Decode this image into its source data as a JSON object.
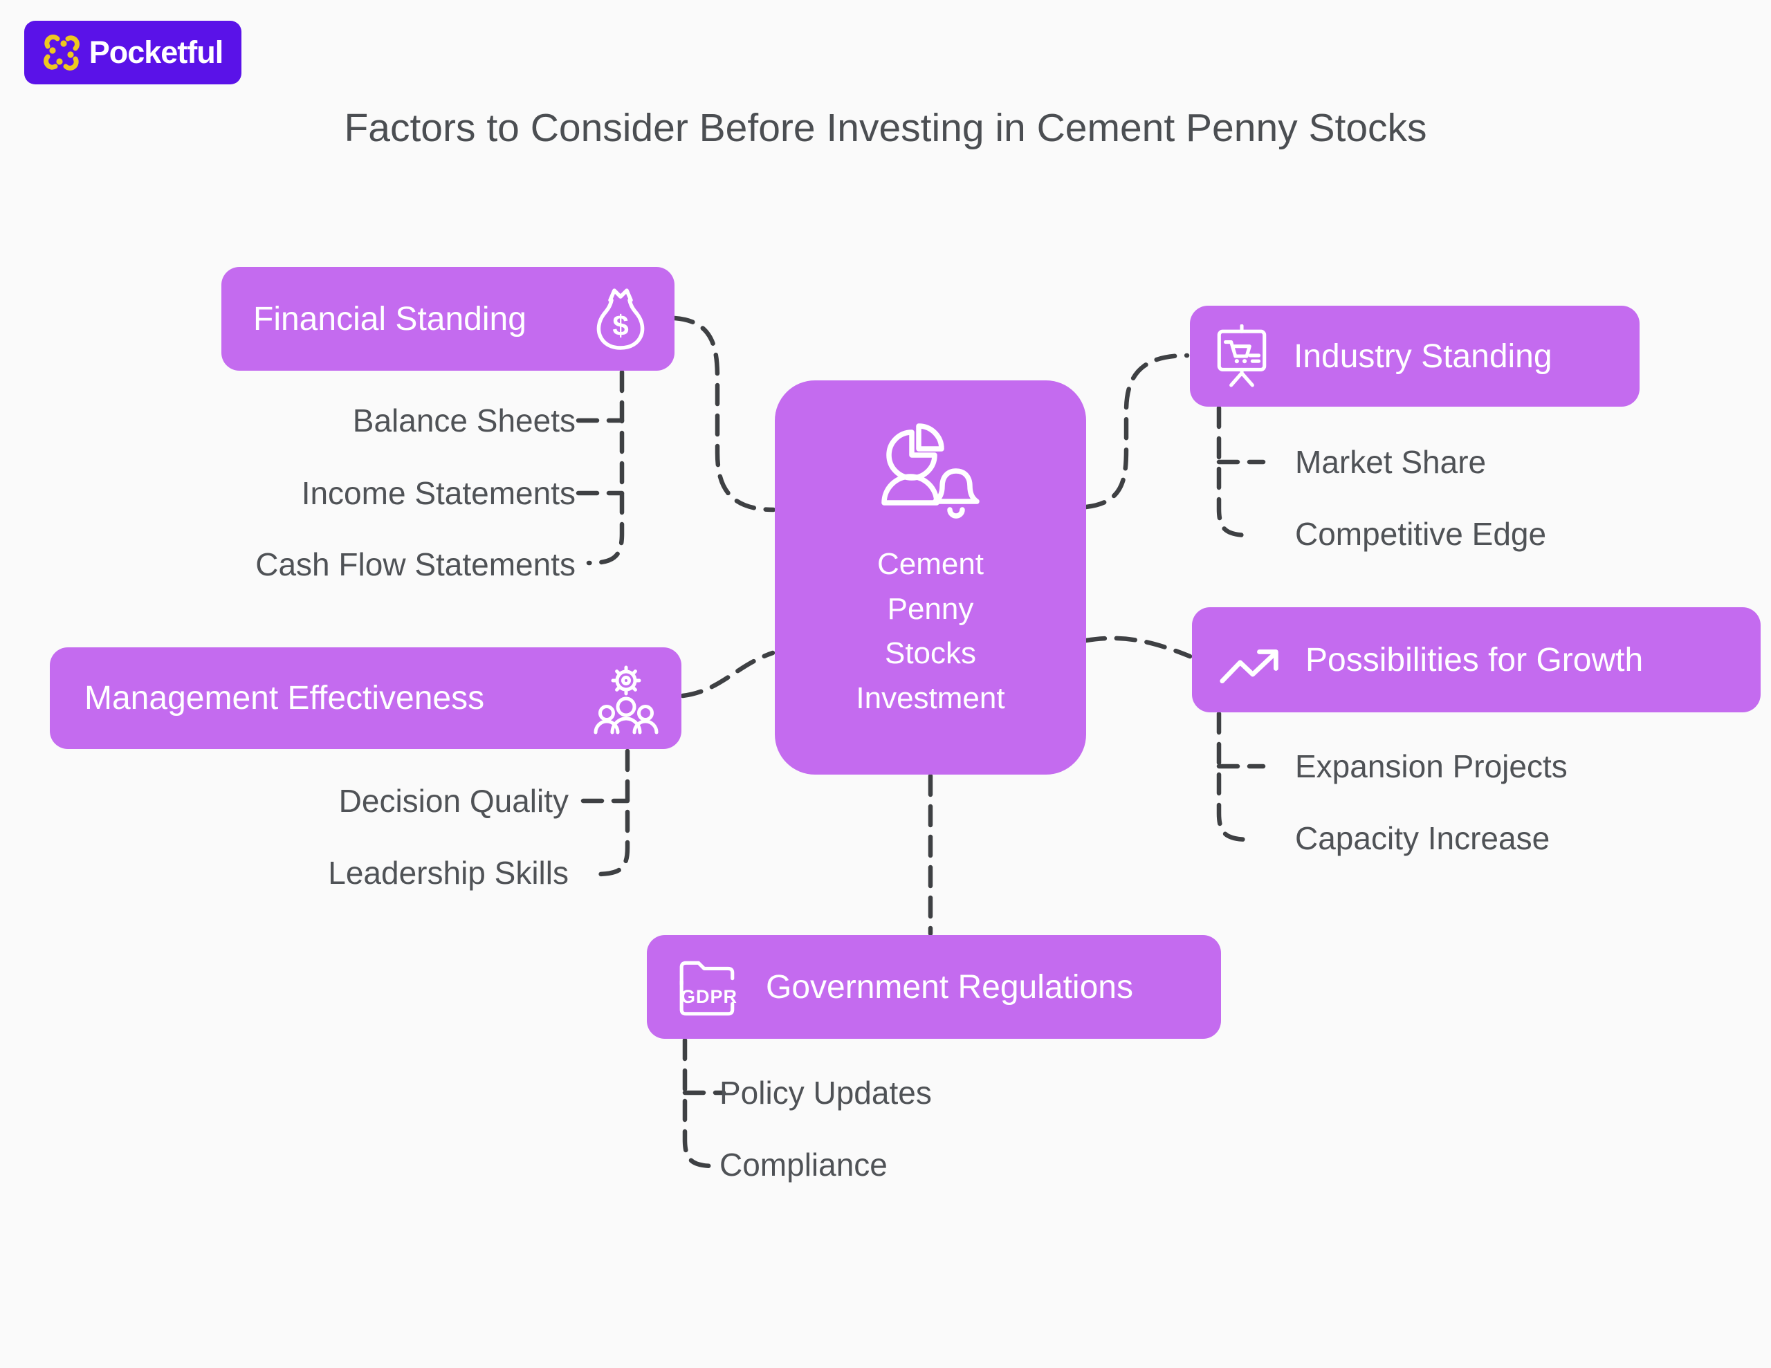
{
  "page": {
    "title": "Factors to Consider Before Investing in Cement Penny Stocks",
    "background": "#fafafa"
  },
  "logo": {
    "text": "Pocketful",
    "bg": "#5a12e8",
    "flower_color": "#eec81f"
  },
  "center": {
    "label": "Cement\nPenny\nStocks\nInvestment",
    "icon": "pie-person-bell-icon"
  },
  "branches": [
    {
      "id": "financial",
      "label": "Financial Standing",
      "icon": "money-bag-icon",
      "items": [
        "Balance Sheets",
        "Income Statements",
        "Cash Flow Statements"
      ]
    },
    {
      "id": "management",
      "label": "Management Effectiveness",
      "icon": "gear-team-icon",
      "items": [
        "Decision Quality",
        "Leadership Skills"
      ]
    },
    {
      "id": "industry",
      "label": "Industry Standing",
      "icon": "presentation-board-icon",
      "items": [
        "Market Share",
        "Competitive Edge"
      ]
    },
    {
      "id": "growth",
      "label": "Possibilities for Growth",
      "icon": "trending-up-icon",
      "items": [
        "Expansion Projects",
        "Capacity Increase"
      ]
    },
    {
      "id": "government",
      "label": "Government Regulations",
      "icon": "gdpr-folder-icon",
      "icon_text": "GDPR",
      "items": [
        "Policy Updates",
        "Compliance"
      ]
    }
  ],
  "colors": {
    "node_purple": "#c46bef",
    "logo_purple": "#5a12e8",
    "logo_yellow": "#eec81f",
    "title_text": "#4b4e52",
    "item_text": "#4f5256",
    "connector": "#3e4043"
  }
}
